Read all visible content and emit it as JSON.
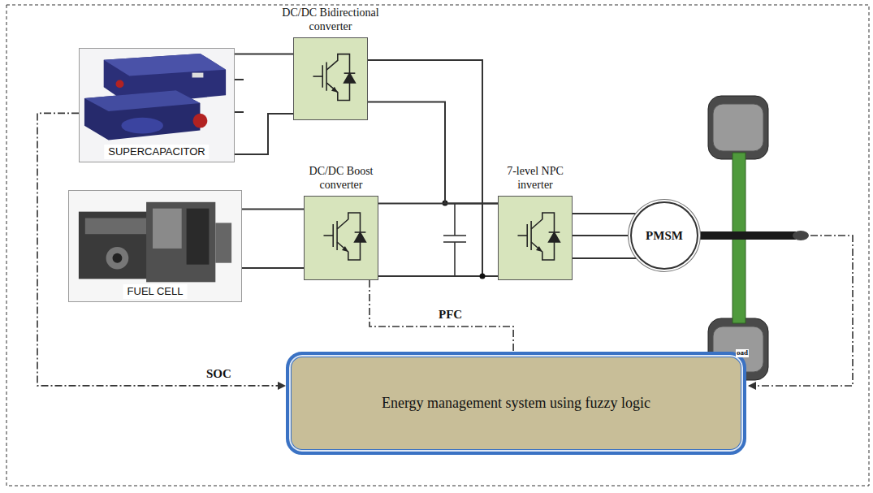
{
  "diagram": {
    "nodes": [
      {
        "text": [
          "SUPERCAPACITOR"
        ]
      },
      {
        "text": [
          "DC/DC Bidirectional converter"
        ]
      },
      {
        "text": [
          "FUEL CELL"
        ]
      },
      {
        "text": [
          "DC/DC Boost converter"
        ]
      },
      {
        "text": [
          "7-level NPC inverter"
        ]
      },
      {
        "text": [
          "PMSM"
        ]
      },
      {
        "text": [
          "Energy management system using fuzzy logic"
        ]
      }
    ],
    "edges": [
      {
        "from": 0,
        "to": 1,
        "arrow": "none"
      },
      {
        "from": 2,
        "to": 3,
        "arrow": "none"
      },
      {
        "from": 1,
        "to": 4,
        "arrow": "none"
      },
      {
        "from": 3,
        "to": 4,
        "arrow": "none"
      },
      {
        "from": 4,
        "to": 5,
        "arrow": "none"
      },
      {
        "from": 0,
        "to": 6,
        "label": "SOC",
        "arrow": "to"
      },
      {
        "from": 3,
        "to": 6,
        "label": "PFC",
        "arrow": "none"
      }
    ],
    "labels": [
      "oad"
    ]
  }
}
